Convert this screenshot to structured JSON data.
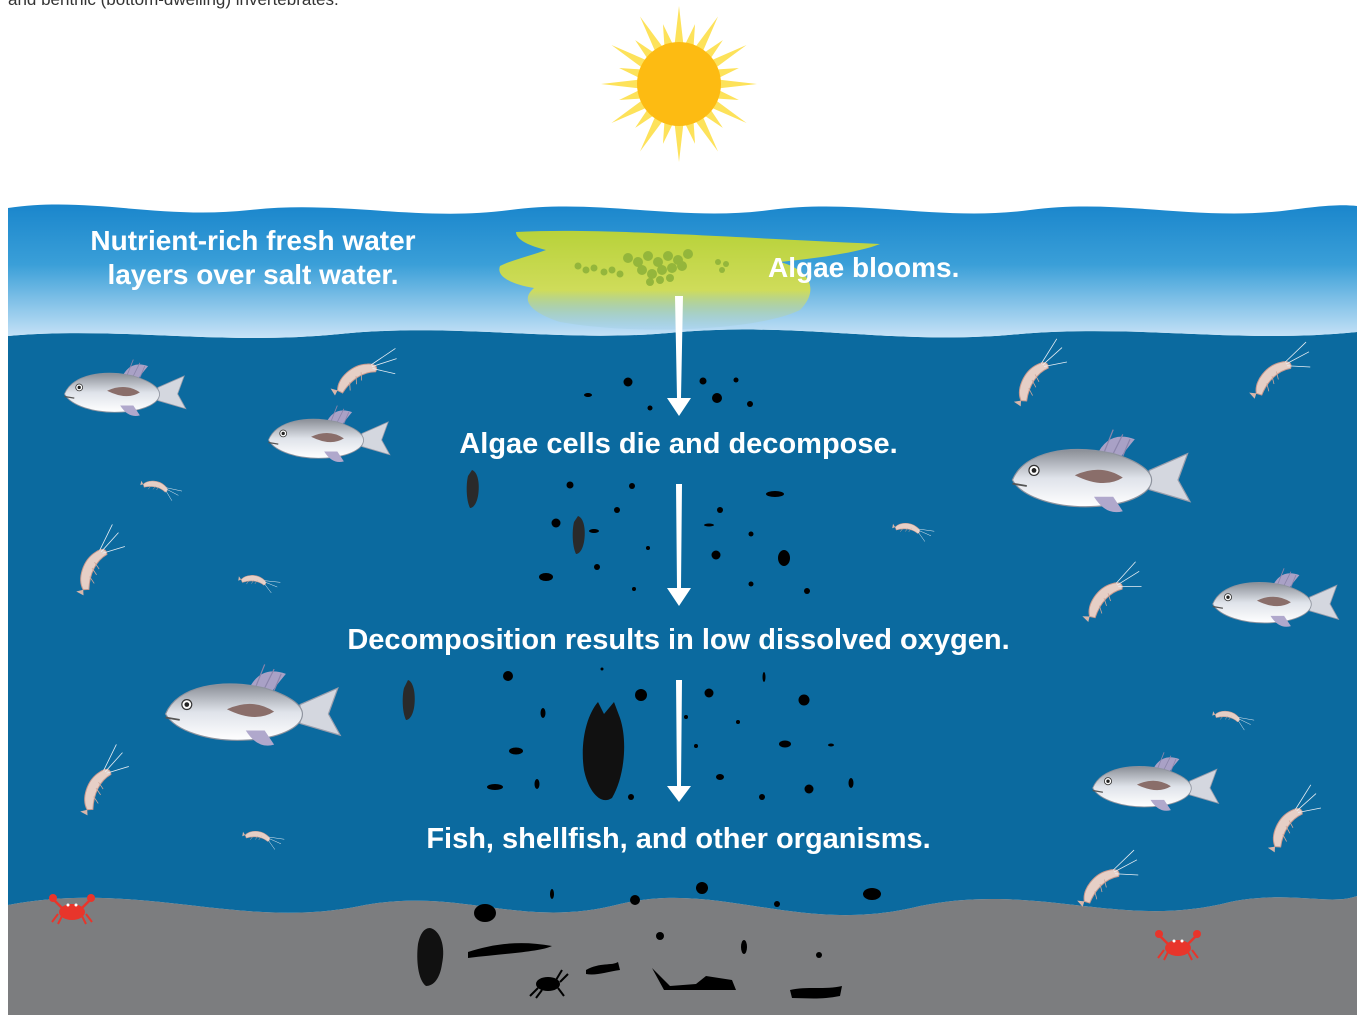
{
  "intro_text": "and benthic (bottom-dwelling) invertebrates.",
  "labels": {
    "fresh_water": "Nutrient-rich fresh water\nlayers over salt water.",
    "algae_blooms": "Algae blooms.",
    "step_1": "Algae cells die and decompose.",
    "step_2": "Decomposition results in low dissolved oxygen.",
    "step_3": "Fish, shellfish, and other organisms."
  },
  "icons": [
    "sun-icon",
    "fish-icon",
    "shrimp-icon",
    "crab-icon",
    "dead-fish-icon",
    "arrow-down-icon"
  ],
  "colors": {
    "surface_water": "#1f8fd0",
    "fresh_layer_light": "#c4e0f6",
    "deep_water": "#0b6a9f",
    "seafloor": "#7c7d7f",
    "sun_core": "#fdbb12",
    "sun_rays": "#fde25a",
    "algae": "#c5d844",
    "algae_cells": "#8fb33a",
    "crab": "#e8352b",
    "debris": "#000000",
    "label_text": "#ffffff"
  }
}
